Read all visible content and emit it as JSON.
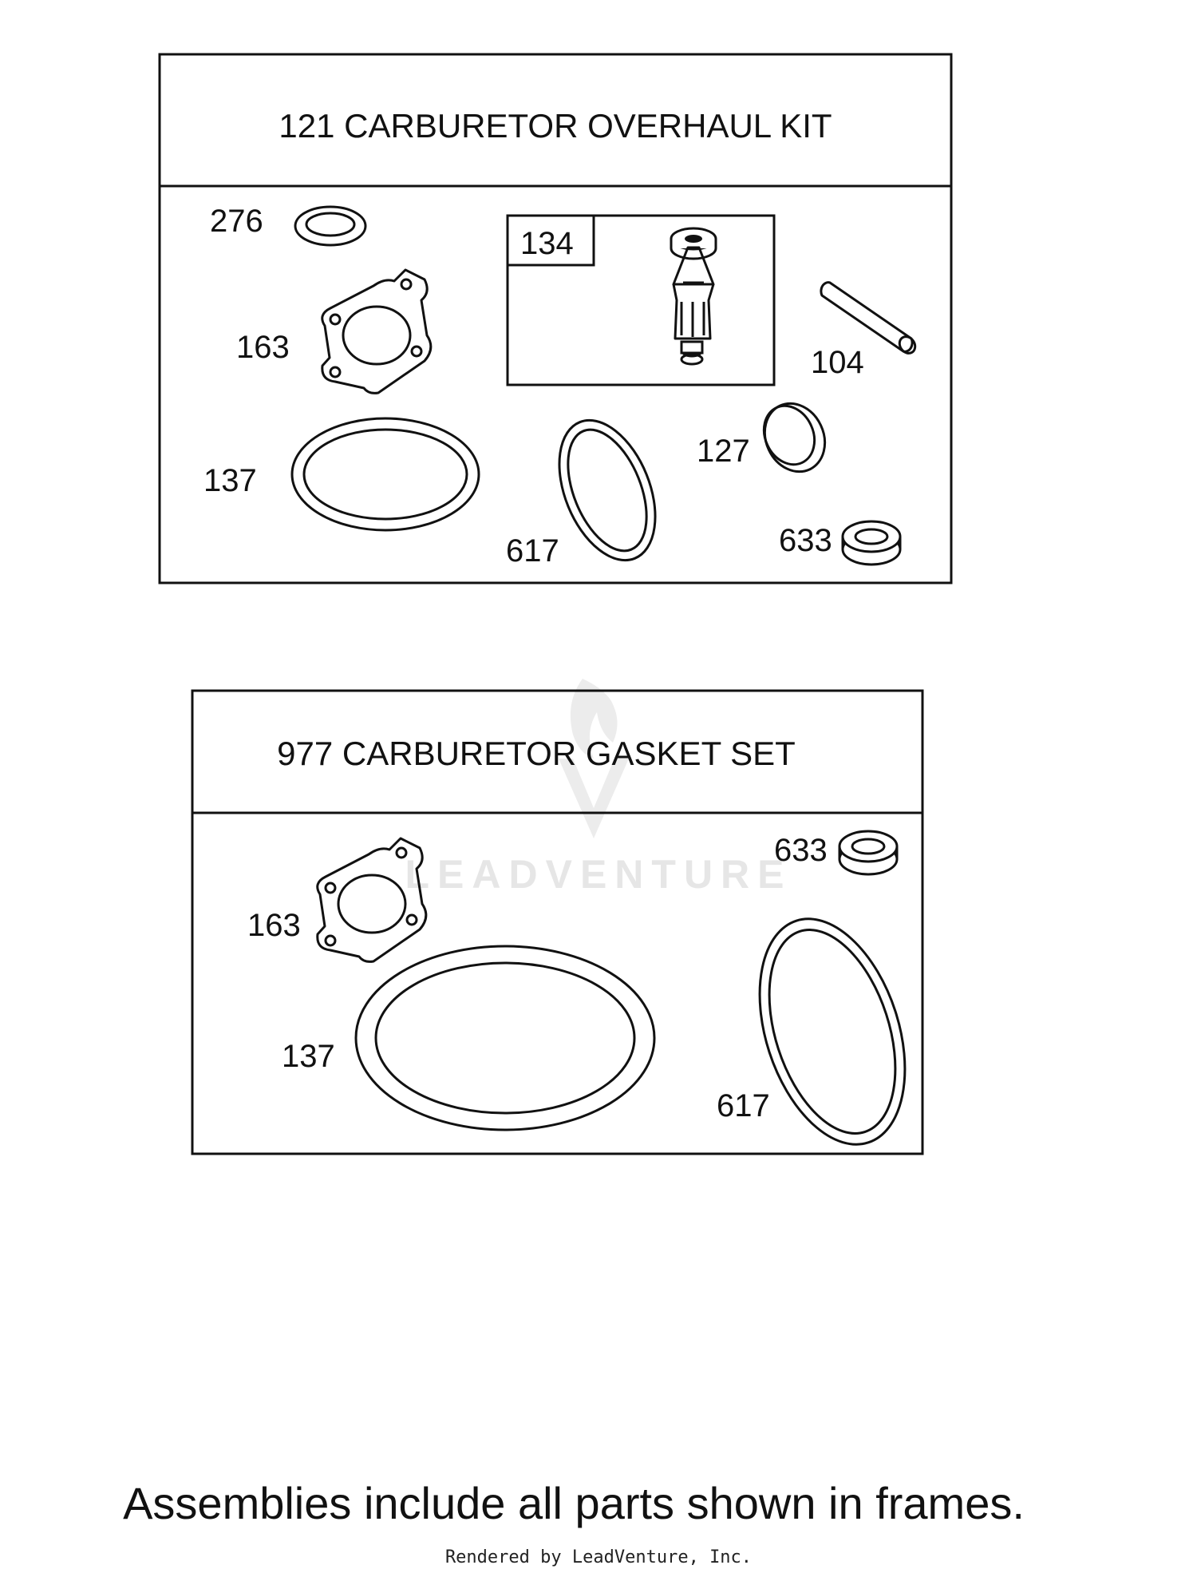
{
  "watermark": {
    "text": "LEADVENTURE"
  },
  "kits": [
    {
      "title": "121 CARBURETOR OVERHAUL KIT",
      "subkit": {
        "label": "134"
      },
      "parts": {
        "p276": "276",
        "p163": "163",
        "p104": "104",
        "p137": "137",
        "p617": "617",
        "p127": "127",
        "p633": "633"
      }
    },
    {
      "title": "977 CARBURETOR GASKET SET",
      "parts": {
        "p633": "633",
        "p163": "163",
        "p137": "137",
        "p617": "617"
      }
    }
  ],
  "footer": {
    "note": "Assemblies include all parts shown in frames.",
    "credit": "Rendered by LeadVenture, Inc."
  }
}
